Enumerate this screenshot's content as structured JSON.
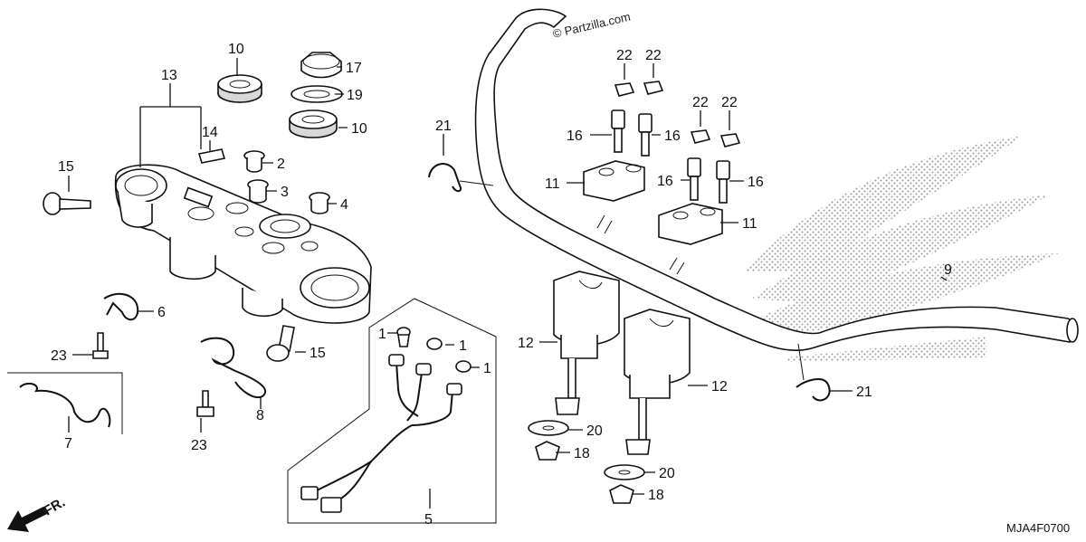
{
  "watermark": "© Partzilla.com",
  "diagram_code": "MJA4F0700",
  "direction_marker": "FR.",
  "callouts": {
    "c1a": "1",
    "c1b": "1",
    "c1c": "1",
    "c2": "2",
    "c3": "3",
    "c4": "4",
    "c5": "5",
    "c6": "6",
    "c7": "7",
    "c8": "8",
    "c9": "9",
    "c10a": "10",
    "c10b": "10",
    "c11a": "11",
    "c11b": "11",
    "c12a": "12",
    "c12b": "12",
    "c13": "13",
    "c14": "14",
    "c15a": "15",
    "c15b": "15",
    "c16a": "16",
    "c16b": "16",
    "c16c": "16",
    "c16d": "16",
    "c17": "17",
    "c18a": "18",
    "c18b": "18",
    "c19": "19",
    "c20a": "20",
    "c20b": "20",
    "c21a": "21",
    "c21b": "21",
    "c22a": "22",
    "c22b": "22",
    "c22c": "22",
    "c22d": "22",
    "c23a": "23",
    "c23b": "23"
  }
}
